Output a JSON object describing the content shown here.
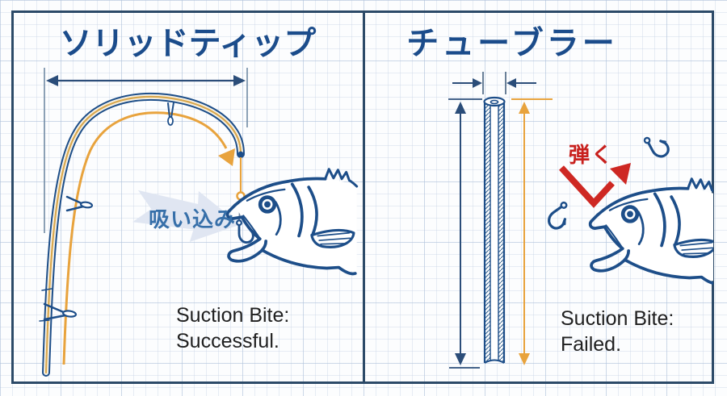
{
  "panels": {
    "left": {
      "title": "ソリッドティップ",
      "suction_label": "吸い込み",
      "caption1": "Suction Bite:",
      "caption2": "Successful."
    },
    "right": {
      "title": "チューブラー",
      "bounce_label": "弾く",
      "caption1": "Suction Bite:",
      "caption2": "Failed."
    }
  },
  "icons": {
    "fish": "fish-icon",
    "hook": "fishing-hook-icon",
    "suction_arrow": "suction-arrow-icon",
    "bounce_arrow": "bounce-arrow-icon",
    "rod": "bent-solid-tip-rod",
    "tube": "tubular-blank"
  },
  "palette": {
    "navy_line": "#1d4e89",
    "frame": "#2c4a68",
    "title_blue": "#1b4c8b",
    "orange": "#e8a33d",
    "red": "#ce2823",
    "label_blue": "#366fa9",
    "suction_arrow_fill": "#e0e6f2",
    "caption_text": "#202020",
    "rod_core_tan": "#d9a84e"
  }
}
